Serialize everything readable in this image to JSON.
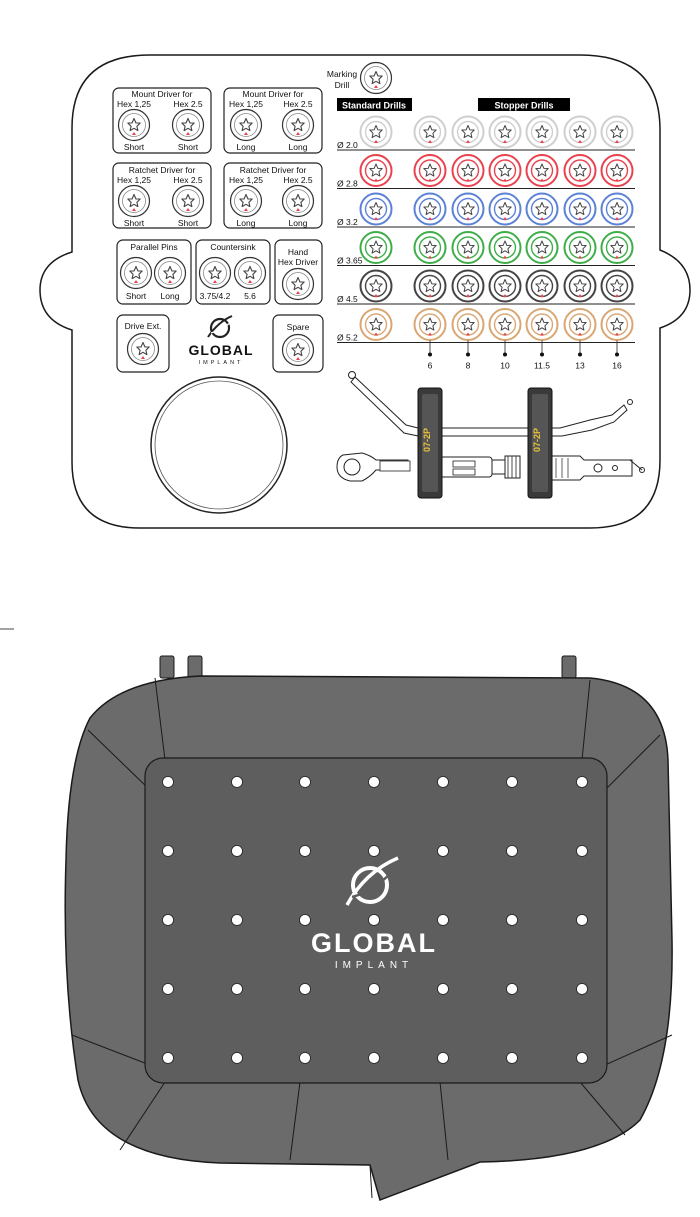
{
  "labels": {
    "marking_drill_line1": "Marking",
    "marking_drill_line2": "Drill",
    "standard_drills": "Standard Drills",
    "stopper_drills": "Stopper Drills",
    "drive_ext": "Drive Ext.",
    "spare": "Spare",
    "brand_name": "GLOBAL",
    "brand_sub": "IMPLANT",
    "stopper_code": "07-2P"
  },
  "driver_boxes": [
    {
      "title_line1": "Mount Driver for",
      "col_labels": [
        "Hex 1,25",
        "Hex 2.5"
      ],
      "bottom_labels": [
        "Short",
        "Short"
      ]
    },
    {
      "title_line1": "Mount Driver for",
      "col_labels": [
        "Hex 1,25",
        "Hex 2.5"
      ],
      "bottom_labels": [
        "Long",
        "Long"
      ]
    },
    {
      "title_line1": "Ratchet Driver for",
      "col_labels": [
        "Hex 1,25",
        "Hex 2.5"
      ],
      "bottom_labels": [
        "Short",
        "Short"
      ]
    },
    {
      "title_line1": "Ratchet Driver for",
      "col_labels": [
        "Hex 1,25",
        "Hex 2.5"
      ],
      "bottom_labels": [
        "Long",
        "Long"
      ]
    }
  ],
  "small_boxes": [
    {
      "title": "Parallel Pins",
      "bottom_labels": [
        "Short",
        "Long"
      ]
    },
    {
      "title": "Countersink",
      "bottom_labels": [
        "3.75/4.2",
        "5.6"
      ]
    },
    {
      "title_line1": "Hand",
      "title_line2": "Hex Driver"
    }
  ],
  "drill_rows": [
    {
      "label": "Ø 2.0",
      "color": "#cfcfcf"
    },
    {
      "label": "Ø 2.8",
      "color": "#e8424e"
    },
    {
      "label": "Ø 3.2",
      "color": "#5b82d6"
    },
    {
      "label": "Ø 3.65",
      "color": "#3fae4a"
    },
    {
      "label": "Ø 4.5",
      "color": "#444444"
    },
    {
      "label": "Ø 5.2",
      "color": "#d9a774"
    }
  ],
  "stopper_lengths": [
    "6",
    "8",
    "10",
    "11.5",
    "13",
    "16"
  ],
  "colors": {
    "lid_fill": "#6b6b6b",
    "lid_panel": "#5e5e5e",
    "outline": "#1a1a1a",
    "tray_fill": "#ffffff",
    "stopper_text": "#e6c33a"
  }
}
